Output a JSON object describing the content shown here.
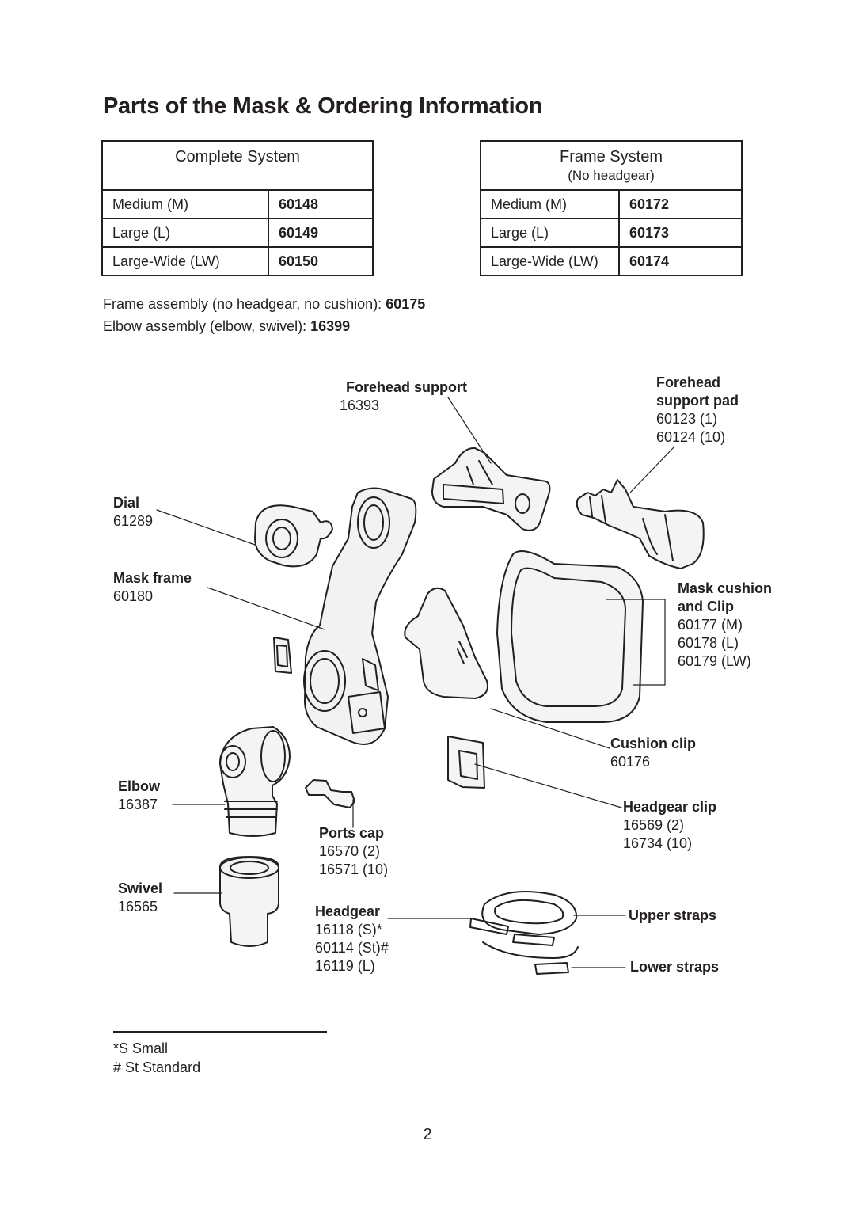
{
  "title": "Parts of the Mask & Ordering Information",
  "complete_system": {
    "heading": "Complete System",
    "rows": [
      {
        "size": "Medium (M)",
        "code": "60148"
      },
      {
        "size": "Large (L)",
        "code": "60149"
      },
      {
        "size": "Large-Wide (LW)",
        "code": "60150"
      }
    ]
  },
  "frame_system": {
    "heading": "Frame System",
    "subheading": "(No headgear)",
    "rows": [
      {
        "size": "Medium (M)",
        "code": "60172"
      },
      {
        "size": "Large (L)",
        "code": "60173"
      },
      {
        "size": "Large-Wide (LW)",
        "code": "60174"
      }
    ]
  },
  "notes": {
    "frame_assembly_text": "Frame assembly (no headgear, no cushion): ",
    "frame_assembly_code": "60175",
    "elbow_assembly_text": "Elbow assembly (elbow, swivel): ",
    "elbow_assembly_code": "16399"
  },
  "parts": {
    "forehead_support": {
      "name": "Forehead support",
      "codes": [
        "16393"
      ]
    },
    "forehead_support_pad": {
      "name_line1": "Forehead",
      "name_line2": "support pad",
      "codes": [
        "60123  (1)",
        "60124  (10)"
      ]
    },
    "dial": {
      "name": "Dial",
      "codes": [
        "61289"
      ]
    },
    "mask_frame": {
      "name": "Mask frame",
      "codes": [
        "60180"
      ]
    },
    "mask_cushion": {
      "name_line1": "Mask cushion",
      "name_line2": "and Clip",
      "codes": [
        "60177 (M)",
        "60178 (L)",
        "60179 (LW)"
      ]
    },
    "cushion_clip": {
      "name": "Cushion clip",
      "codes": [
        "60176"
      ]
    },
    "elbow": {
      "name": "Elbow",
      "codes": [
        "16387"
      ]
    },
    "headgear_clip": {
      "name": "Headgear clip",
      "codes": [
        "16569  (2)",
        "16734  (10)"
      ]
    },
    "ports_cap": {
      "name": "Ports cap",
      "codes": [
        "16570  (2)",
        "16571  (10)"
      ]
    },
    "swivel": {
      "name": "Swivel",
      "codes": [
        "16565"
      ]
    },
    "headgear": {
      "name": "Headgear",
      "codes": [
        "16118 (S)*",
        "60114 (St)#",
        "16119 (L)"
      ]
    },
    "upper_straps": {
      "name": "Upper straps"
    },
    "lower_straps": {
      "name": "Lower straps"
    }
  },
  "footnotes": [
    "*S Small",
    "# St Standard"
  ],
  "page_number": "2"
}
